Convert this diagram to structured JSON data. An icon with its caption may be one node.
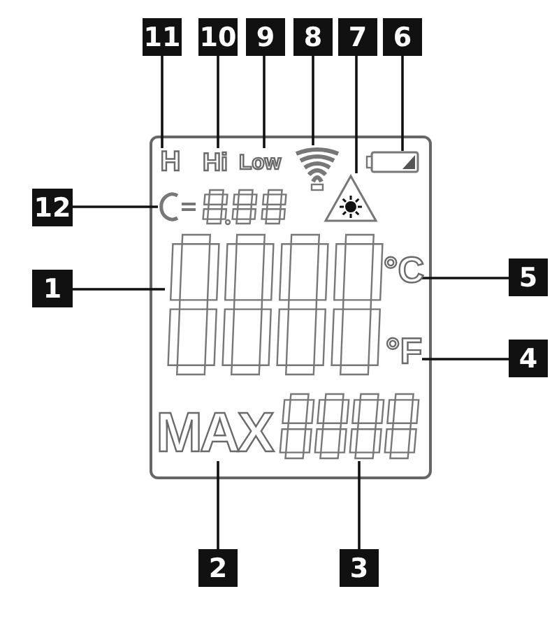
{
  "diagram": {
    "nodes": [
      {
        "text": [
          "11"
        ]
      },
      {
        "text": [
          "10"
        ]
      },
      {
        "text": [
          "9"
        ]
      },
      {
        "text": [
          "8"
        ]
      },
      {
        "text": [
          "7"
        ]
      },
      {
        "text": [
          "6"
        ]
      },
      {
        "text": [
          "12"
        ]
      },
      {
        "text": [
          "1"
        ]
      },
      {
        "text": [
          "5"
        ]
      },
      {
        "text": [
          "4"
        ]
      },
      {
        "text": [
          "2"
        ]
      },
      {
        "text": [
          "3"
        ]
      },
      {
        "text": [
          "H"
        ]
      },
      {
        "text": [
          "Hi"
        ]
      },
      {
        "text": [
          "Low"
        ]
      },
      {
        "text": [],
        "shape": "picture"
      },
      {
        "text": [],
        "shape": "picture"
      },
      {
        "text": [],
        "shape": "picture"
      },
      {
        "text": [],
        "shape": "picture"
      },
      {
        "text": [],
        "shape": "picture"
      },
      {
        "text": [
          "°C"
        ]
      },
      {
        "text": [
          "°F"
        ]
      },
      {
        "text": [
          "MAX"
        ]
      },
      {
        "text": [],
        "shape": "picture"
      }
    ],
    "edges": [
      {
        "from": 0,
        "to": 12,
        "arrow": "none"
      },
      {
        "from": 1,
        "to": 13,
        "arrow": "none"
      },
      {
        "from": 2,
        "to": 14,
        "arrow": "none"
      },
      {
        "from": 3,
        "to": 15,
        "arrow": "none"
      },
      {
        "from": 4,
        "to": 18,
        "arrow": "none"
      },
      {
        "from": 5,
        "to": 16,
        "arrow": "none"
      },
      {
        "from": 6,
        "to": 17,
        "arrow": "none"
      },
      {
        "from": 7,
        "to": 19,
        "arrow": "none"
      },
      {
        "from": 8,
        "to": 20,
        "arrow": "none"
      },
      {
        "from": 9,
        "to": 21,
        "arrow": "none"
      },
      {
        "from": 10,
        "to": 22,
        "arrow": "none"
      },
      {
        "from": 11,
        "to": 23,
        "arrow": "none"
      }
    ]
  }
}
